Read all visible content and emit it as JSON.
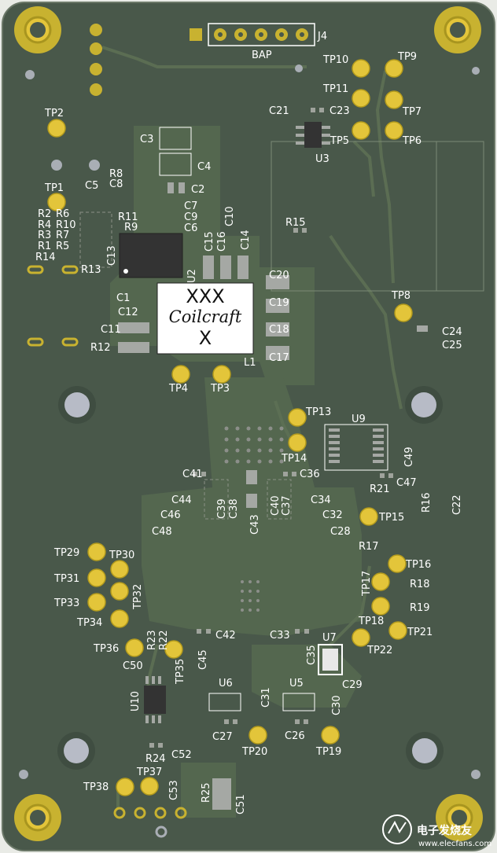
{
  "colors": {
    "board": "#49584a",
    "board_light": "#55684f",
    "copper": "#68774f",
    "pad": "#c8b230",
    "pad_light": "#e3c53a",
    "smd": "#a5a8a4",
    "silk": "#ffffff",
    "ic": "#333333",
    "hole": "#b7bbc6"
  },
  "connector": {
    "ref": "J4",
    "name": "BAP"
  },
  "inductor": {
    "line1": "XXX",
    "line2": "Coilcraft",
    "line3": "X",
    "ref": "L1"
  },
  "test_points": {
    "TP1": "TP1",
    "TP2": "TP2",
    "TP3": "TP3",
    "TP4": "TP4",
    "TP5": "TP5",
    "TP6": "TP6",
    "TP7": "TP7",
    "TP8": "TP8",
    "TP9": "TP9",
    "TP10": "TP10",
    "TP11": "TP11",
    "TP13": "TP13",
    "TP14": "TP14",
    "TP15": "TP15",
    "TP16": "TP16",
    "TP17": "TP17",
    "TP18": "TP18",
    "TP19": "TP19",
    "TP20": "TP20",
    "TP21": "TP21",
    "TP22": "TP22",
    "TP29": "TP29",
    "TP30": "TP30",
    "TP31": "TP31",
    "TP32": "TP32",
    "TP33": "TP33",
    "TP34": "TP34",
    "TP35": "TP35",
    "TP36": "TP36",
    "TP37": "TP37",
    "TP38": "TP38"
  },
  "refs": {
    "C1": "C1",
    "C2": "C2",
    "C3": "C3",
    "C4": "C4",
    "C5": "C5",
    "C6": "C6",
    "C7": "C7",
    "C8": "C8",
    "C9": "C9",
    "C10": "C10",
    "C11": "C11",
    "C12": "C12",
    "C13": "C13",
    "C14": "C14",
    "C15": "C15",
    "C16": "C16",
    "C17": "C17",
    "C18": "C18",
    "C19": "C19",
    "C20": "C20",
    "C21": "C21",
    "C22": "C22",
    "C23": "C23",
    "C24": "C24",
    "C25": "C25",
    "C26": "C26",
    "C27": "C27",
    "C28": "C28",
    "C29": "C29",
    "C30": "C30",
    "C31": "C31",
    "C32": "C32",
    "C33": "C33",
    "C34": "C34",
    "C35": "C35",
    "C36": "C36",
    "C37": "C37",
    "C38": "C38",
    "C39": "C39",
    "C40": "C40",
    "C41": "C41",
    "C42": "C42",
    "C43": "C43",
    "C44": "C44",
    "C45": "C45",
    "C46": "C46",
    "C47": "C47",
    "C48": "C48",
    "C49": "C49",
    "C50": "C50",
    "C51": "C51",
    "C52": "C52",
    "C53": "C53",
    "R1": "R1",
    "R2": "R2",
    "R3": "R3",
    "R4": "R4",
    "R5": "R5",
    "R6": "R6",
    "R7": "R7",
    "R8": "R8",
    "R9": "R9",
    "R10": "R10",
    "R11": "R11",
    "R12": "R12",
    "R13": "R13",
    "R14": "R14",
    "R15": "R15",
    "R16": "R16",
    "R17": "R17",
    "R18": "R18",
    "R19": "R19",
    "R21": "R21",
    "R22": "R22",
    "R23": "R23",
    "R24": "R24",
    "R25": "R25",
    "U2": "U2",
    "U3": "U3",
    "U5": "U5",
    "U6": "U6",
    "U7": "U7",
    "U9": "U9",
    "U10": "U10"
  },
  "watermark": {
    "main": "电子发烧友",
    "sub": "www.elecfans.com"
  }
}
